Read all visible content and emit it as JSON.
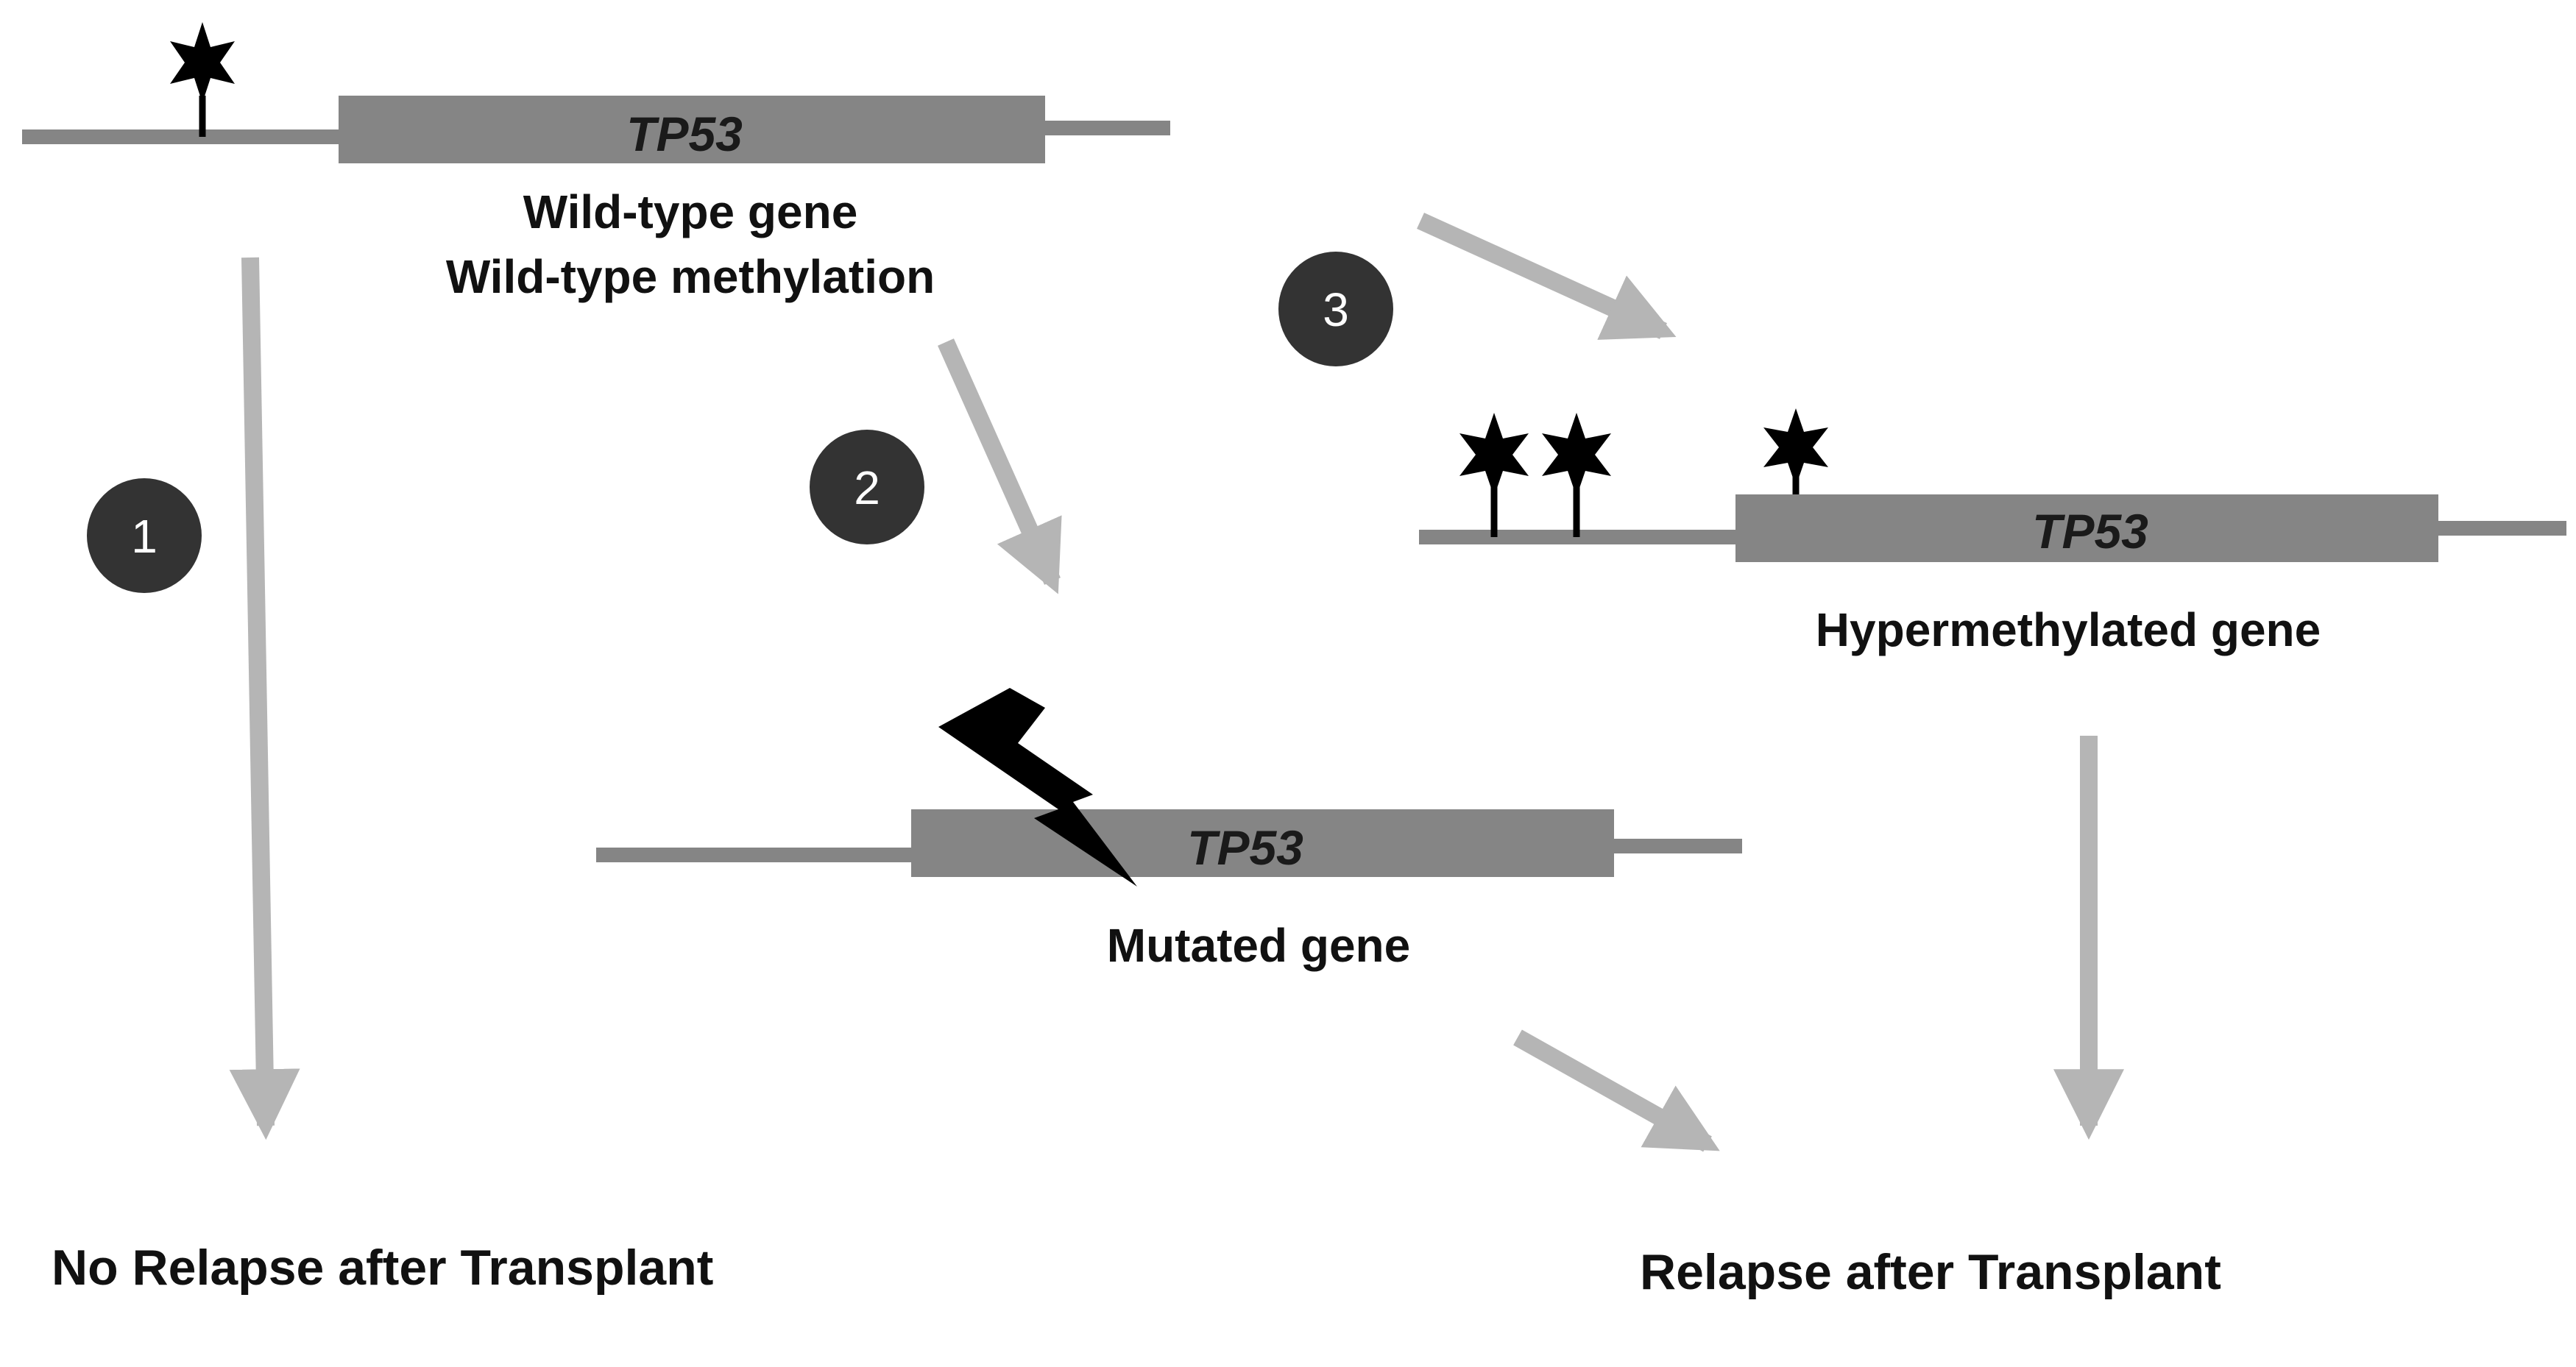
{
  "colors": {
    "line": "#858585",
    "gene_box": "#858585",
    "arrow": "#b5b5b5",
    "step_circle": "#333333",
    "marker": "#000000"
  },
  "genes": {
    "wildtype": {
      "name": "TP53",
      "caption_line1": "Wild-type gene",
      "caption_line2": "Wild-type methylation"
    },
    "mutated": {
      "name": "TP53",
      "caption": "Mutated gene"
    },
    "hypermethylated": {
      "name": "TP53",
      "caption": "Hypermethylated gene"
    }
  },
  "steps": [
    "1",
    "2",
    "3"
  ],
  "outcomes": {
    "no_relapse": "No Relapse after Transplant",
    "relapse": "Relapse after Transplant"
  },
  "icons": {
    "methylation_marker": "star-on-stem-icon",
    "mutation_marker": "lightning-bolt-icon"
  }
}
